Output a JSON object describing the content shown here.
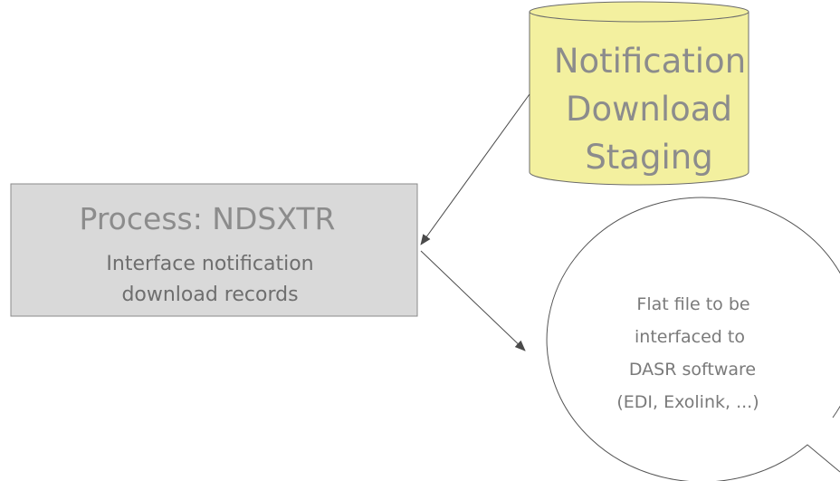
{
  "process_box": {
    "title": "Process: NDSXTR",
    "subtitle_line1": "Interface notification",
    "subtitle_line2": "download records"
  },
  "staging_store": {
    "line1": "Notification",
    "line2": "Download",
    "line3": "Staging"
  },
  "output_bubble": {
    "line1": "Flat file to be",
    "line2": "interfaced to",
    "line3": "DASR software",
    "line4": "(EDI, Exolink, ...)"
  },
  "colors": {
    "process_fill": "#d9d9d9",
    "process_stroke": "#8a8a8a",
    "store_fill": "#f3f09f",
    "store_stroke": "#6b6b6b",
    "bubble_fill": "#ffffff",
    "bubble_stroke": "#555555",
    "arrow": "#4a4a4a"
  }
}
